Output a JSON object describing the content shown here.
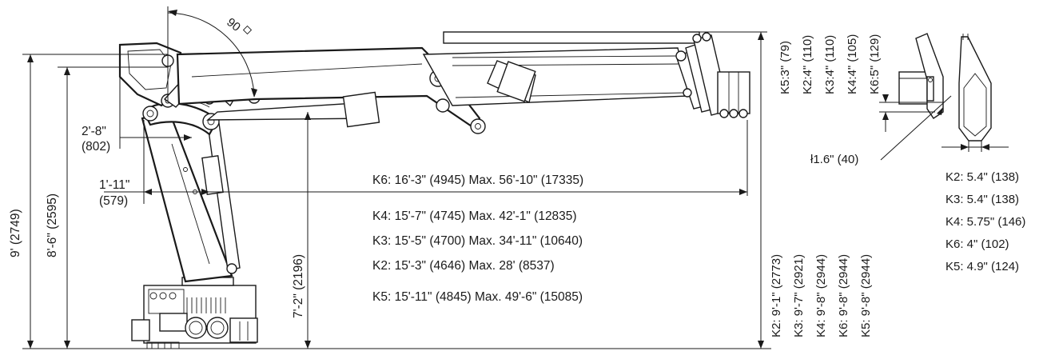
{
  "angle_label": "90",
  "left_dims": {
    "overall_height": "9' (2749)",
    "height_2": "8'-6\" (2595)",
    "offset_1_ft": "2'-8\"",
    "offset_1_mm": "(802)",
    "offset_2_ft": "1'-11\"",
    "offset_2_mm": "(579)",
    "boom_pivot_height": "7'-2\" (2196)"
  },
  "reach_lines": [
    "K6: 16'-3\" (4945)  Max. 56'-10\" (17335)",
    "K4: 15'-7\" (4745) Max. 42'-1\" (12835)",
    "K3: 15'-5\" (4700) Max. 34'-11\" (10640)",
    "K2: 15'-3\" (4646) Max. 28' (8537)",
    "K5: 15'-11\" (4845) Max. 49'-6\" (15085)"
  ],
  "tip_heights": [
    "K2: 9'-1\" (2773)",
    "K3: 9'-7\" (2921)",
    "K4: 9'-8\" (2944)",
    "K6: 9'-8\" (2944)",
    "K5: 9'-8\" (2944)"
  ],
  "top_offsets": [
    "K5:3\" (79)",
    "K2:4\" (110)",
    "K3:4\" (110)",
    "K4:4\" (105)",
    "K6:5\" (129)"
  ],
  "detail_label": "ł1.6\" (40)",
  "widths": [
    "K2: 5.4\" (138)",
    "K3: 5.4\" (138)",
    "K4: 5.75\" (146)",
    "K6: 4\" (102)",
    "K5: 4.9\" (124)"
  ]
}
